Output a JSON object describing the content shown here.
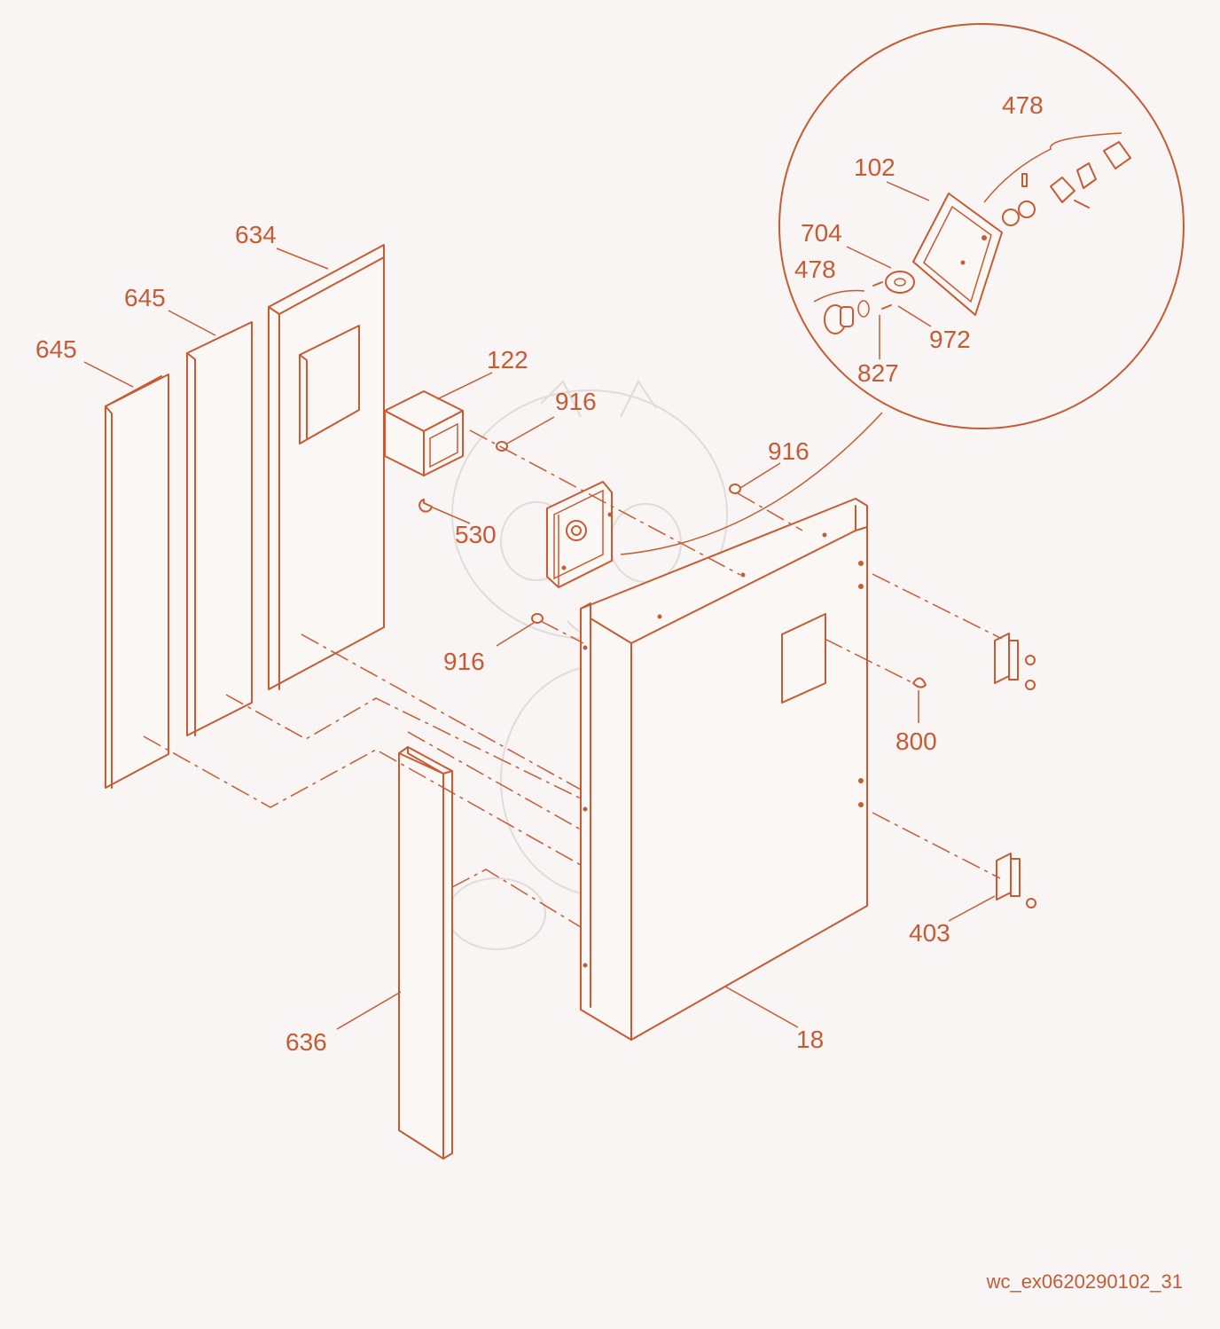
{
  "diagram": {
    "labels": {
      "p634": "634",
      "p645a": "645",
      "p645b": "645",
      "p122": "122",
      "p916a": "916",
      "p916b": "916",
      "p916c": "916",
      "p530": "530",
      "p800": "800",
      "p403": "403",
      "p18": "18",
      "p636": "636",
      "p478a": "478",
      "p102": "102",
      "p704": "704",
      "p478b": "478",
      "p972": "972",
      "p827": "827"
    },
    "drawing_code": "wc_ex0620290102_31",
    "line_color": "#c65b34",
    "background_color": "#f8f5f4"
  }
}
